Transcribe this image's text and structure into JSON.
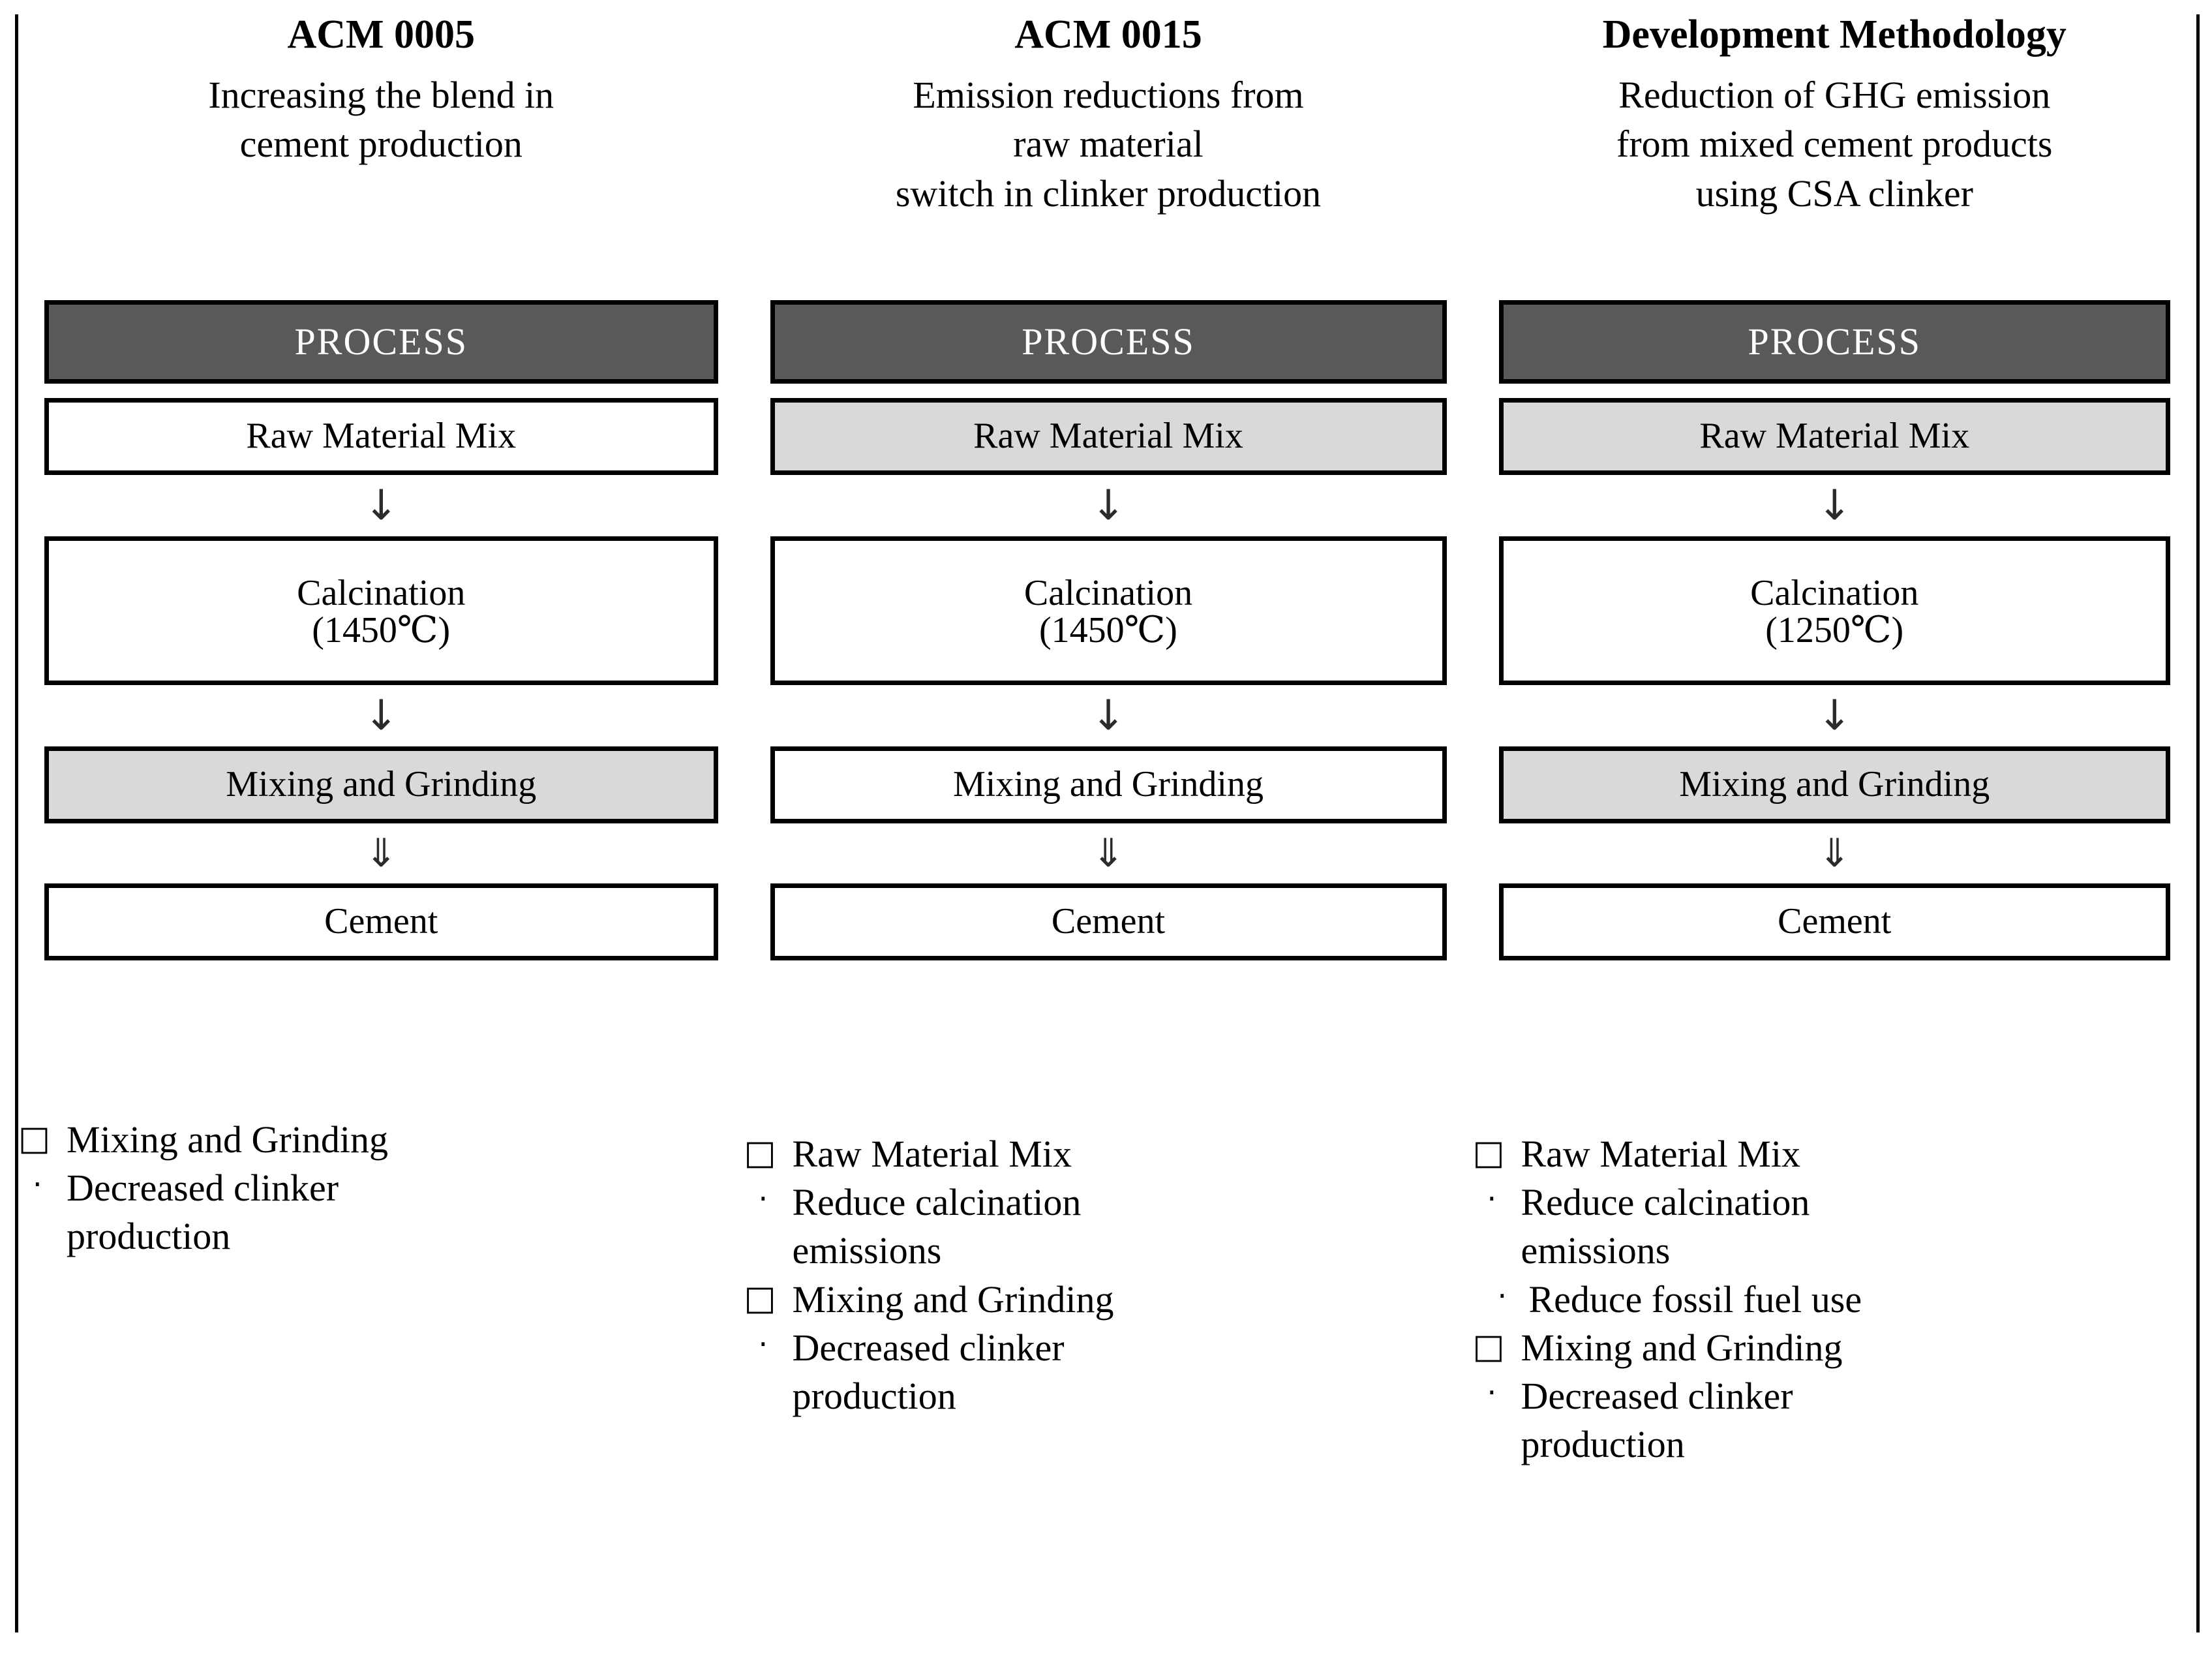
{
  "table": {
    "columns": [
      {
        "title": "ACM 0005",
        "description_lines": [
          "Increasing the blend in",
          "cement production"
        ],
        "process": {
          "header": "PROCESS",
          "steps": [
            {
              "lines": [
                "Raw Material Mix"
              ],
              "shaded": false
            },
            {
              "lines": [
                "Calcination",
                "(1450℃)"
              ],
              "shaded": false
            },
            {
              "lines": [
                "Mixing and Grinding"
              ],
              "shaded": true
            },
            {
              "lines": [
                "Cement"
              ],
              "shaded": false
            }
          ],
          "connectors": [
            "↓",
            "↓",
            "⇓"
          ]
        },
        "notes": [
          {
            "marker": "□",
            "level": 1,
            "lines": [
              "Mixing and Grinding"
            ]
          },
          {
            "marker": "·",
            "level": 2,
            "lines": [
              "Decreased clinker",
              "production"
            ]
          }
        ]
      },
      {
        "title": "ACM 0015",
        "description_lines": [
          "Emission reductions from",
          "raw material",
          "switch in clinker production"
        ],
        "process": {
          "header": "PROCESS",
          "steps": [
            {
              "lines": [
                "Raw Material Mix"
              ],
              "shaded": true
            },
            {
              "lines": [
                "Calcination",
                "(1450℃)"
              ],
              "shaded": false
            },
            {
              "lines": [
                "Mixing and Grinding"
              ],
              "shaded": false
            },
            {
              "lines": [
                "Cement"
              ],
              "shaded": false
            }
          ],
          "connectors": [
            "↓",
            "↓",
            "⇓"
          ]
        },
        "notes": [
          {
            "marker": "□",
            "level": 1,
            "lines": [
              "Raw Material Mix"
            ]
          },
          {
            "marker": "·",
            "level": 2,
            "lines": [
              "Reduce calcination",
              "emissions"
            ]
          },
          {
            "marker": "□",
            "level": 1,
            "lines": [
              "Mixing and Grinding"
            ]
          },
          {
            "marker": "·",
            "level": 2,
            "lines": [
              "Decreased clinker",
              "production"
            ]
          }
        ]
      },
      {
        "title": "Development Methodology",
        "description_lines": [
          "Reduction of GHG emission",
          "from mixed cement products",
          "using CSA clinker"
        ],
        "process": {
          "header": "PROCESS",
          "steps": [
            {
              "lines": [
                "Raw Material Mix"
              ],
              "shaded": true
            },
            {
              "lines": [
                "Calcination",
                "(1250℃)"
              ],
              "shaded": false
            },
            {
              "lines": [
                "Mixing and Grinding"
              ],
              "shaded": true
            },
            {
              "lines": [
                "Cement"
              ],
              "shaded": false
            }
          ],
          "connectors": [
            "↓",
            "↓",
            "⇓"
          ]
        },
        "notes": [
          {
            "marker": "□",
            "level": 1,
            "lines": [
              "Raw Material Mix"
            ]
          },
          {
            "marker": "·",
            "level": 2,
            "lines": [
              "Reduce calcination",
              "emissions"
            ]
          },
          {
            "marker": "·",
            "level": 3,
            "lines": [
              "Reduce fossil fuel use"
            ]
          },
          {
            "marker": "□",
            "level": 1,
            "lines": [
              "Mixing and Grinding"
            ]
          },
          {
            "marker": "·",
            "level": 2,
            "lines": [
              "Decreased clinker",
              "production"
            ]
          }
        ]
      }
    ]
  },
  "colors": {
    "process_header_bg": "#595959",
    "process_header_text": "#ffffff",
    "shaded_box_bg": "#d9d9d9",
    "box_border": "#000000",
    "page_bg": "#ffffff"
  }
}
